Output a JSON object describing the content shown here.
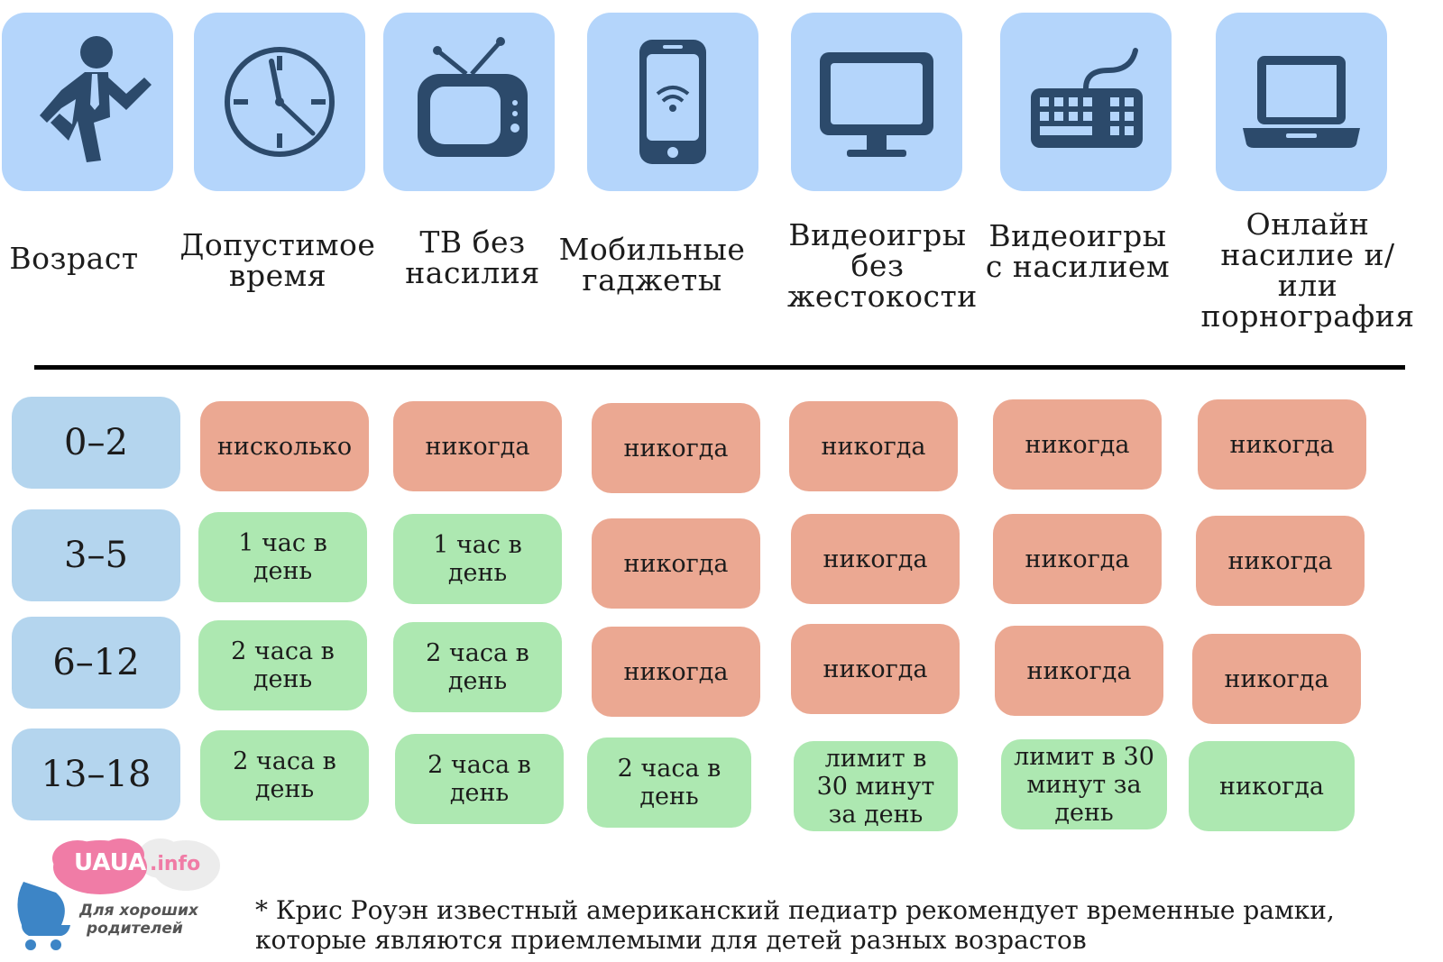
{
  "colors": {
    "icon_tile": "#b4d5fb",
    "icon": "#2c4a6b",
    "age_tile": "#b4d5ee",
    "never": "#eba892",
    "allowed": "#ade8b1"
  },
  "headers": [
    {
      "icon": "running-child-icon",
      "label": "Возраст"
    },
    {
      "icon": "clock-icon",
      "label": "Допустимое время"
    },
    {
      "icon": "tv-icon",
      "label": "ТВ без насилия"
    },
    {
      "icon": "smartphone-icon",
      "label": "Мобильные гаджеты"
    },
    {
      "icon": "monitor-icon",
      "label": "Видеоигры без жестокости"
    },
    {
      "icon": "keyboard-icon",
      "label": "Видеоигры с насилием"
    },
    {
      "icon": "laptop-icon",
      "label": "Онлайн насилие и/или порнография"
    }
  ],
  "rows": [
    {
      "age": "0–2",
      "cells": [
        {
          "text": "нисколько",
          "status": "never"
        },
        {
          "text": "никогда",
          "status": "never"
        },
        {
          "text": "никогда",
          "status": "never"
        },
        {
          "text": "никогда",
          "status": "never"
        },
        {
          "text": "никогда",
          "status": "never"
        },
        {
          "text": "никогда",
          "status": "never"
        }
      ]
    },
    {
      "age": "3–5",
      "cells": [
        {
          "text": "1 час в день",
          "status": "ok"
        },
        {
          "text": "1 час в день",
          "status": "ok"
        },
        {
          "text": "никогда",
          "status": "never"
        },
        {
          "text": "никогда",
          "status": "never"
        },
        {
          "text": "никогда",
          "status": "never"
        },
        {
          "text": "никогда",
          "status": "never"
        }
      ]
    },
    {
      "age": "6–12",
      "cells": [
        {
          "text": "2 часа в день",
          "status": "ok"
        },
        {
          "text": "2 часа в день",
          "status": "ok"
        },
        {
          "text": "никогда",
          "status": "never"
        },
        {
          "text": "никогда",
          "status": "never"
        },
        {
          "text": "никогда",
          "status": "never"
        },
        {
          "text": "никогда",
          "status": "never"
        }
      ]
    },
    {
      "age": "13–18",
      "cells": [
        {
          "text": "2 часа в день",
          "status": "ok"
        },
        {
          "text": "2 часа в день",
          "status": "ok"
        },
        {
          "text": "2 часа в день",
          "status": "ok"
        },
        {
          "text": "лимит в 30 минут за день",
          "status": "ok"
        },
        {
          "text": "лимит в 30 минут за день",
          "status": "ok"
        },
        {
          "text": "никогда",
          "status": "ok"
        }
      ]
    }
  ],
  "footnote": "* Крис Роуэн известный американский педиатр рекомендует временные рамки, которые являются приемлемыми для детей разных возрастов",
  "logo": {
    "brand": "UAUA",
    "domain": ".info",
    "tagline_1": "Для хороших",
    "tagline_2": "родителей"
  }
}
